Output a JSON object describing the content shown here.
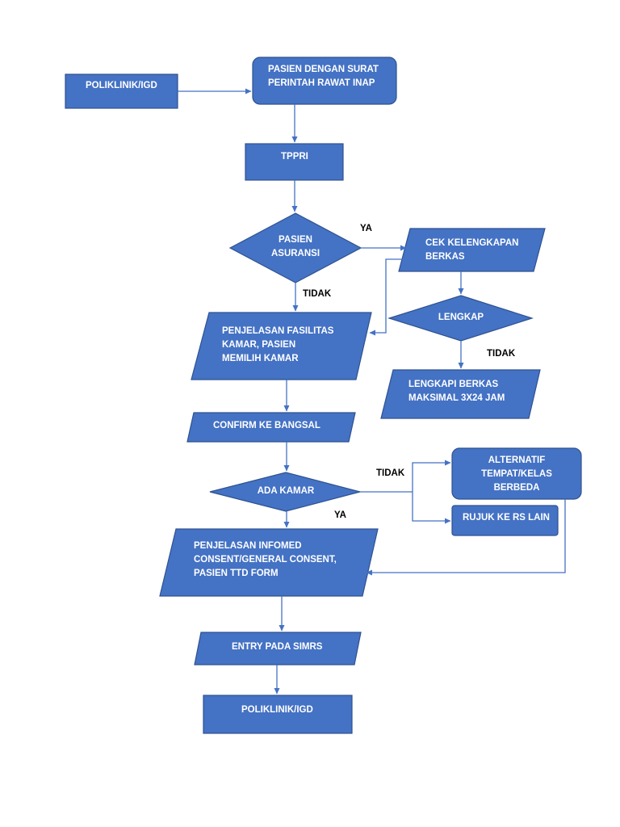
{
  "nodes": {
    "poliklinik_igd_start": "POLIKLINIK/IGD",
    "pasien_surat": "PASIEN DENGAN SURAT\nPERINTAH RAWAT INAP",
    "tppri": "TPPRI",
    "pasien_asuransi": "PASIEN\nASURANSI",
    "cek_kelengkapan": "CEK KELENGKAPAN\nBERKAS",
    "lengkap": "LENGKAP",
    "lengkapi_berkas": "LENGKAPI BERKAS\nMAKSIMAL 3X24 JAM",
    "penjelasan_fasilitas": "PENJELASAN FASILITAS\nKAMAR, PASIEN\nMEMILIH KAMAR",
    "confirm_bangsal": "CONFIRM KE BANGSAL",
    "ada_kamar": "ADA KAMAR",
    "alternatif": "ALTERNATIF\nTEMPAT/KELAS\nBERBEDA",
    "rujuk": "RUJUK KE RS LAIN",
    "penjelasan_infomed": "PENJELASAN INFOMED\nCONSENT/GENERAL CONSENT,\nPASIEN TTD FORM",
    "entry_simrs": "ENTRY PADA SIMRS",
    "poliklinik_igd_end": "POLIKLINIK/IGD"
  },
  "edge_labels": {
    "asuransi_ya": "YA",
    "asuransi_tidak": "TIDAK",
    "lengkap_tidak": "TIDAK",
    "kamar_tidak": "TIDAK",
    "kamar_ya": "YA"
  },
  "colors": {
    "shape_fill": "#4472C4",
    "shape_stroke": "#2F528F",
    "connector": "#4472C4",
    "shape_text": "#FFFFFF",
    "edge_text": "#000000"
  }
}
